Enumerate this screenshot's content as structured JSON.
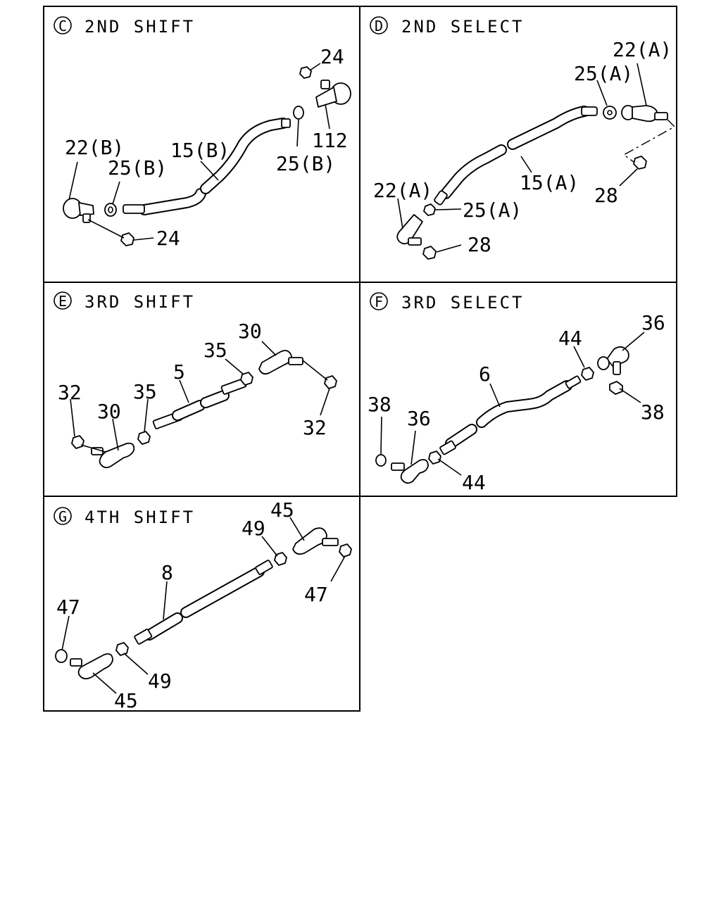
{
  "panels": [
    {
      "id": "C",
      "title": "2ND SHIFT",
      "labels": [
        "24",
        "112",
        "25(B)",
        "15(B)",
        "22(B)",
        "25(B)",
        "24"
      ]
    },
    {
      "id": "D",
      "title": "2ND SELECT",
      "labels": [
        "22(A)",
        "25(A)",
        "15(A)",
        "28",
        "22(A)",
        "25(A)",
        "28"
      ]
    },
    {
      "id": "E",
      "title": "3RD SHIFT",
      "labels": [
        "30",
        "35",
        "5",
        "32",
        "30",
        "35",
        "32"
      ]
    },
    {
      "id": "F",
      "title": "3RD SELECT",
      "labels": [
        "36",
        "44",
        "6",
        "38",
        "38",
        "36",
        "44"
      ]
    },
    {
      "id": "G",
      "title": "4TH SHIFT",
      "labels": [
        "45",
        "49",
        "8",
        "47",
        "47",
        "49",
        "45"
      ]
    }
  ]
}
